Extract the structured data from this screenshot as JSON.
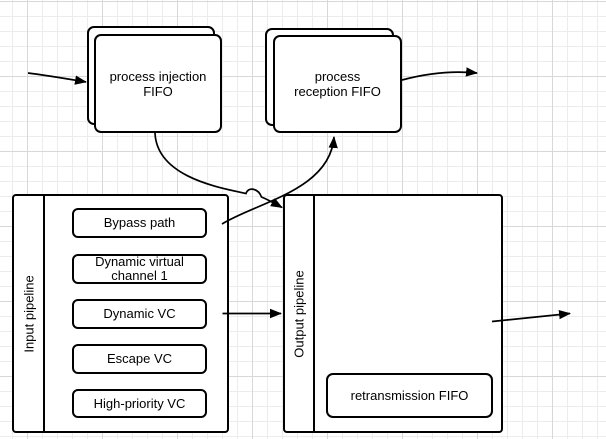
{
  "canvas": {
    "background_color": "#ffffff",
    "grid_minor_color": "#ececec",
    "grid_major_color": "#d8d8d8",
    "stroke_color": "#000000"
  },
  "nodes": {
    "injection_fifo": {
      "line1": "process injection",
      "line2": "FIFO"
    },
    "reception_fifo": {
      "line1": "process",
      "line2": "reception FIFO"
    },
    "input_pipeline": {
      "label": "Input pipeline",
      "channels": [
        {
          "label": "Bypass path"
        },
        {
          "line1": "Dynamic virtual",
          "line2": "channel 1"
        },
        {
          "label": "Dynamic VC"
        },
        {
          "label": "Escape VC"
        },
        {
          "label": "High-priority VC"
        }
      ]
    },
    "output_pipeline": {
      "label": "Output pipeline",
      "retransmission_fifo": {
        "label": "retransmission FIFO"
      }
    }
  },
  "edges": [
    {
      "name": "external-to-injection-fifo",
      "from": "external",
      "to": "process-injection-fifo"
    },
    {
      "name": "injection-fifo-to-output-pipeline",
      "from": "process-injection-fifo",
      "to": "output-pipeline"
    },
    {
      "name": "input-pipeline-to-reception-fifo",
      "from": "input-pipeline",
      "to": "process-reception-fifo"
    },
    {
      "name": "reception-fifo-to-external",
      "from": "process-reception-fifo",
      "to": "external"
    },
    {
      "name": "dynamic-vc-to-output-pipeline",
      "from": "input-pipeline",
      "to": "output-pipeline"
    },
    {
      "name": "output-pipeline-to-external",
      "from": "output-pipeline",
      "to": "external"
    }
  ]
}
